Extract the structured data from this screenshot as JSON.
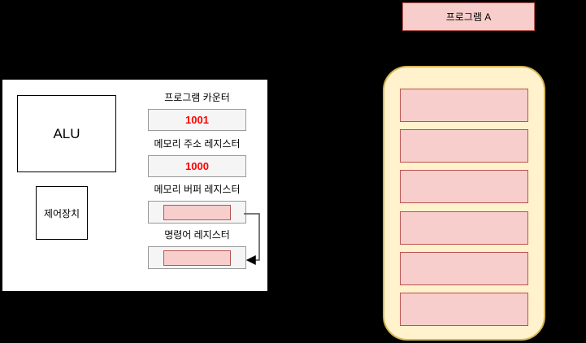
{
  "cpu": {
    "alu_label": "ALU",
    "control_unit_label": "제어장치",
    "registers": [
      {
        "label": "프로그램 카운터",
        "value": "1001"
      },
      {
        "label": "메모리 주소 레지스터",
        "value": "1000"
      },
      {
        "label": "메모리 버퍼 레지스터",
        "value": ""
      },
      {
        "label": "명령어 레지스터",
        "value": ""
      }
    ]
  },
  "memory": {
    "program_label": "프로그램 A",
    "slot_count": 6
  },
  "colors": {
    "background": "#000000",
    "panel_fill": "#ffffff",
    "panel_stroke": "#000000",
    "register_fill": "#f5f5f5",
    "register_stroke": "#999999",
    "register_value_text": "#ff0000",
    "pink_fill": "#f8cecc",
    "pink_stroke": "#b85450",
    "memory_fill": "#fff2cc",
    "memory_stroke": "#d6b656",
    "arrow_stroke": "#4d4d4d"
  }
}
